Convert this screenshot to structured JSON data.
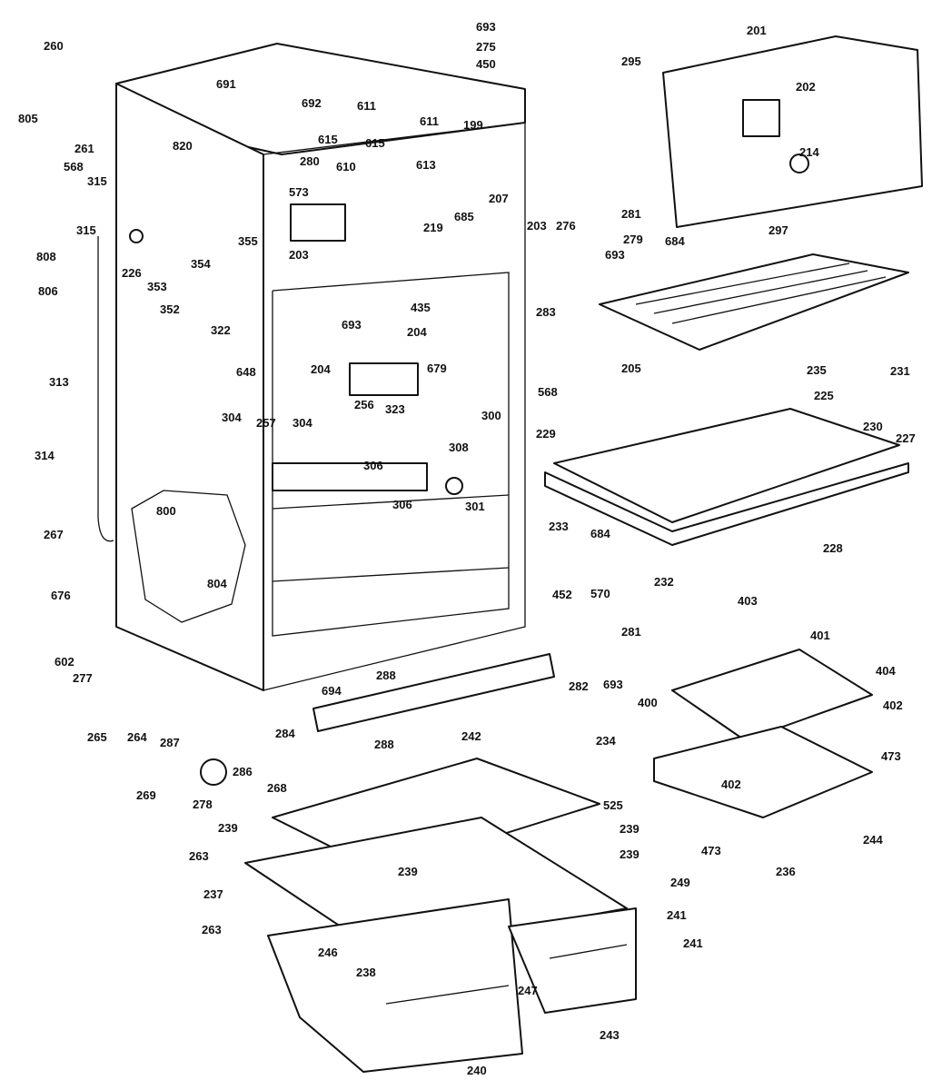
{
  "diagram": {
    "callouts": [
      "260",
      "805",
      "261",
      "568",
      "315",
      "315",
      "808",
      "806",
      "820",
      "226",
      "353",
      "352",
      "354",
      "355",
      "322",
      "691",
      "692",
      "611",
      "611",
      "615",
      "610",
      "615",
      "613",
      "199",
      "280",
      "573",
      "207",
      "685",
      "203",
      "219",
      "693",
      "275",
      "450",
      "201",
      "295",
      "202",
      "214",
      "281",
      "276",
      "279",
      "693",
      "684",
      "297",
      "203",
      "283",
      "693",
      "435",
      "204",
      "204",
      "205",
      "235",
      "231",
      "313",
      "648",
      "304",
      "257",
      "256",
      "304",
      "323",
      "679",
      "300",
      "568",
      "308",
      "225",
      "230",
      "229",
      "227",
      "228",
      "314",
      "306",
      "306",
      "301",
      "233",
      "684",
      "570",
      "232",
      "800",
      "804",
      "452",
      "281",
      "267",
      "676",
      "602",
      "277",
      "403",
      "401",
      "404",
      "400",
      "402",
      "282",
      "693",
      "288",
      "694",
      "288",
      "284",
      "265",
      "264",
      "287",
      "286",
      "268",
      "269",
      "278",
      "234",
      "473",
      "402",
      "525",
      "239",
      "473",
      "242",
      "244",
      "236",
      "239",
      "239",
      "239",
      "263",
      "237",
      "263",
      "249",
      "241",
      "241",
      "246",
      "238",
      "247",
      "243",
      "240"
    ]
  }
}
